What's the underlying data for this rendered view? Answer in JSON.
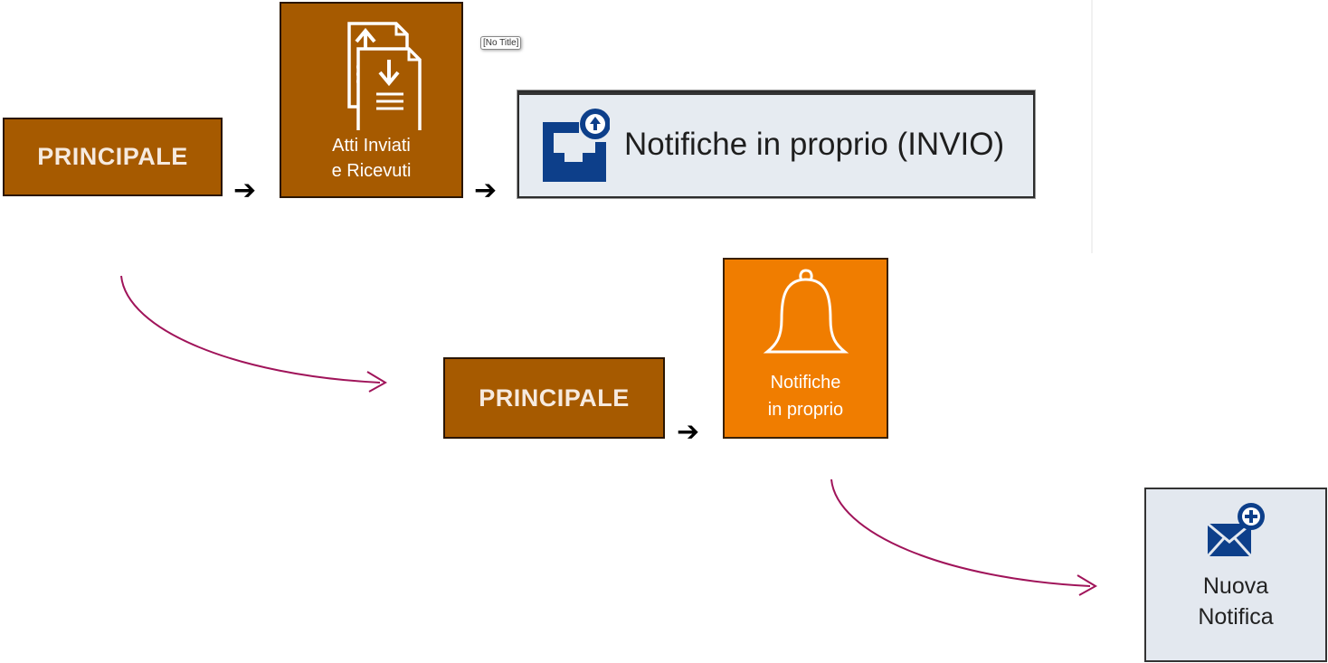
{
  "row1": {
    "principale_label": "PRINCIPALE",
    "atti_label_line1": "Atti Inviati",
    "atti_label_line2": "e Ricevuti",
    "notifiche_invio_label": "Notifiche in proprio (INVIO)",
    "tooltip": "[No Title]"
  },
  "row2": {
    "principale_label": "PRINCIPALE",
    "notifiche_label_line1": "Notifiche",
    "notifiche_label_line2": "in proprio"
  },
  "row3": {
    "nuova_label_line1": "Nuova",
    "nuova_label_line2": "Notifica"
  },
  "arrow_glyph": "➔",
  "colors": {
    "brown_tile": "#a65a00",
    "orange_tile": "#f07d00",
    "button_bg": "#e6ebf1",
    "icon_blue": "#0d3f8a",
    "connector": "#a0145a"
  },
  "icons": {
    "documents": "documents-upload-download-icon",
    "inbox": "inbox-upload-icon",
    "bell": "bell-icon",
    "mail": "envelope-plus-icon"
  }
}
